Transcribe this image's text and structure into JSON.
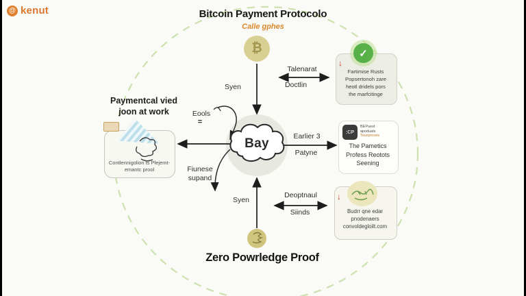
{
  "logo": {
    "text": "kenut",
    "icon_glyph": "@"
  },
  "header": {
    "title": "Bitcoin Payment Protocolo",
    "subtitle": "Calle gphes"
  },
  "center_node": {
    "label": "Bay"
  },
  "icons": {
    "bitcoin": "₿",
    "check": "✓",
    "down_arrow": "↓",
    "app_icon_text": ":CP"
  },
  "arrow_labels": {
    "top_vertical": "Syen",
    "top_right_above": "Talenarat",
    "top_right_below": "Doctlin",
    "mid_right_above": "Earlier 3",
    "mid_right_below": "Patyne",
    "bottom_right_above": "Deoptnaul",
    "bottom_right_below": "Siinds",
    "bottom_vertical": "Syen",
    "left_top_label": "Eools",
    "left_top_symbol": "=",
    "left_bottom_line1": "Fiunese",
    "left_bottom_line2": "supand"
  },
  "left_section": {
    "heading_line1": "Paymentcal vied",
    "heading_line2": "joon at work",
    "card_line1": "Contlennigolion ts Plejemt-",
    "card_line2": "emantc prool"
  },
  "cards": {
    "top_right": {
      "lines": [
        "Fartimise Rusts",
        "Popsertonoh zare",
        "heotl dridels pors",
        "the marfcitinge"
      ]
    },
    "mid_right": {
      "side_line1": "BEPuest",
      "side_line2": "apoduals",
      "side_line3": "Teusproves",
      "lines": [
        "The Pametics",
        "Profess Reotots",
        "Seening"
      ]
    },
    "bottom_right": {
      "lines": [
        "Budrr qne edar",
        "pnodenaers",
        "convoldegloilt.com"
      ]
    }
  },
  "footer": {
    "title": "Zero Powrledge Proof"
  },
  "colors": {
    "background": "#fafaf7",
    "accent_orange": "#d9782e",
    "dashed_circle_green": "#cbe2ad",
    "badge_green": "#57b148",
    "alert_red": "#c2302a",
    "coin_gold": "#d8cf93",
    "center_circle": "#e7e9e0",
    "arrow_black": "#1d1d1d"
  }
}
